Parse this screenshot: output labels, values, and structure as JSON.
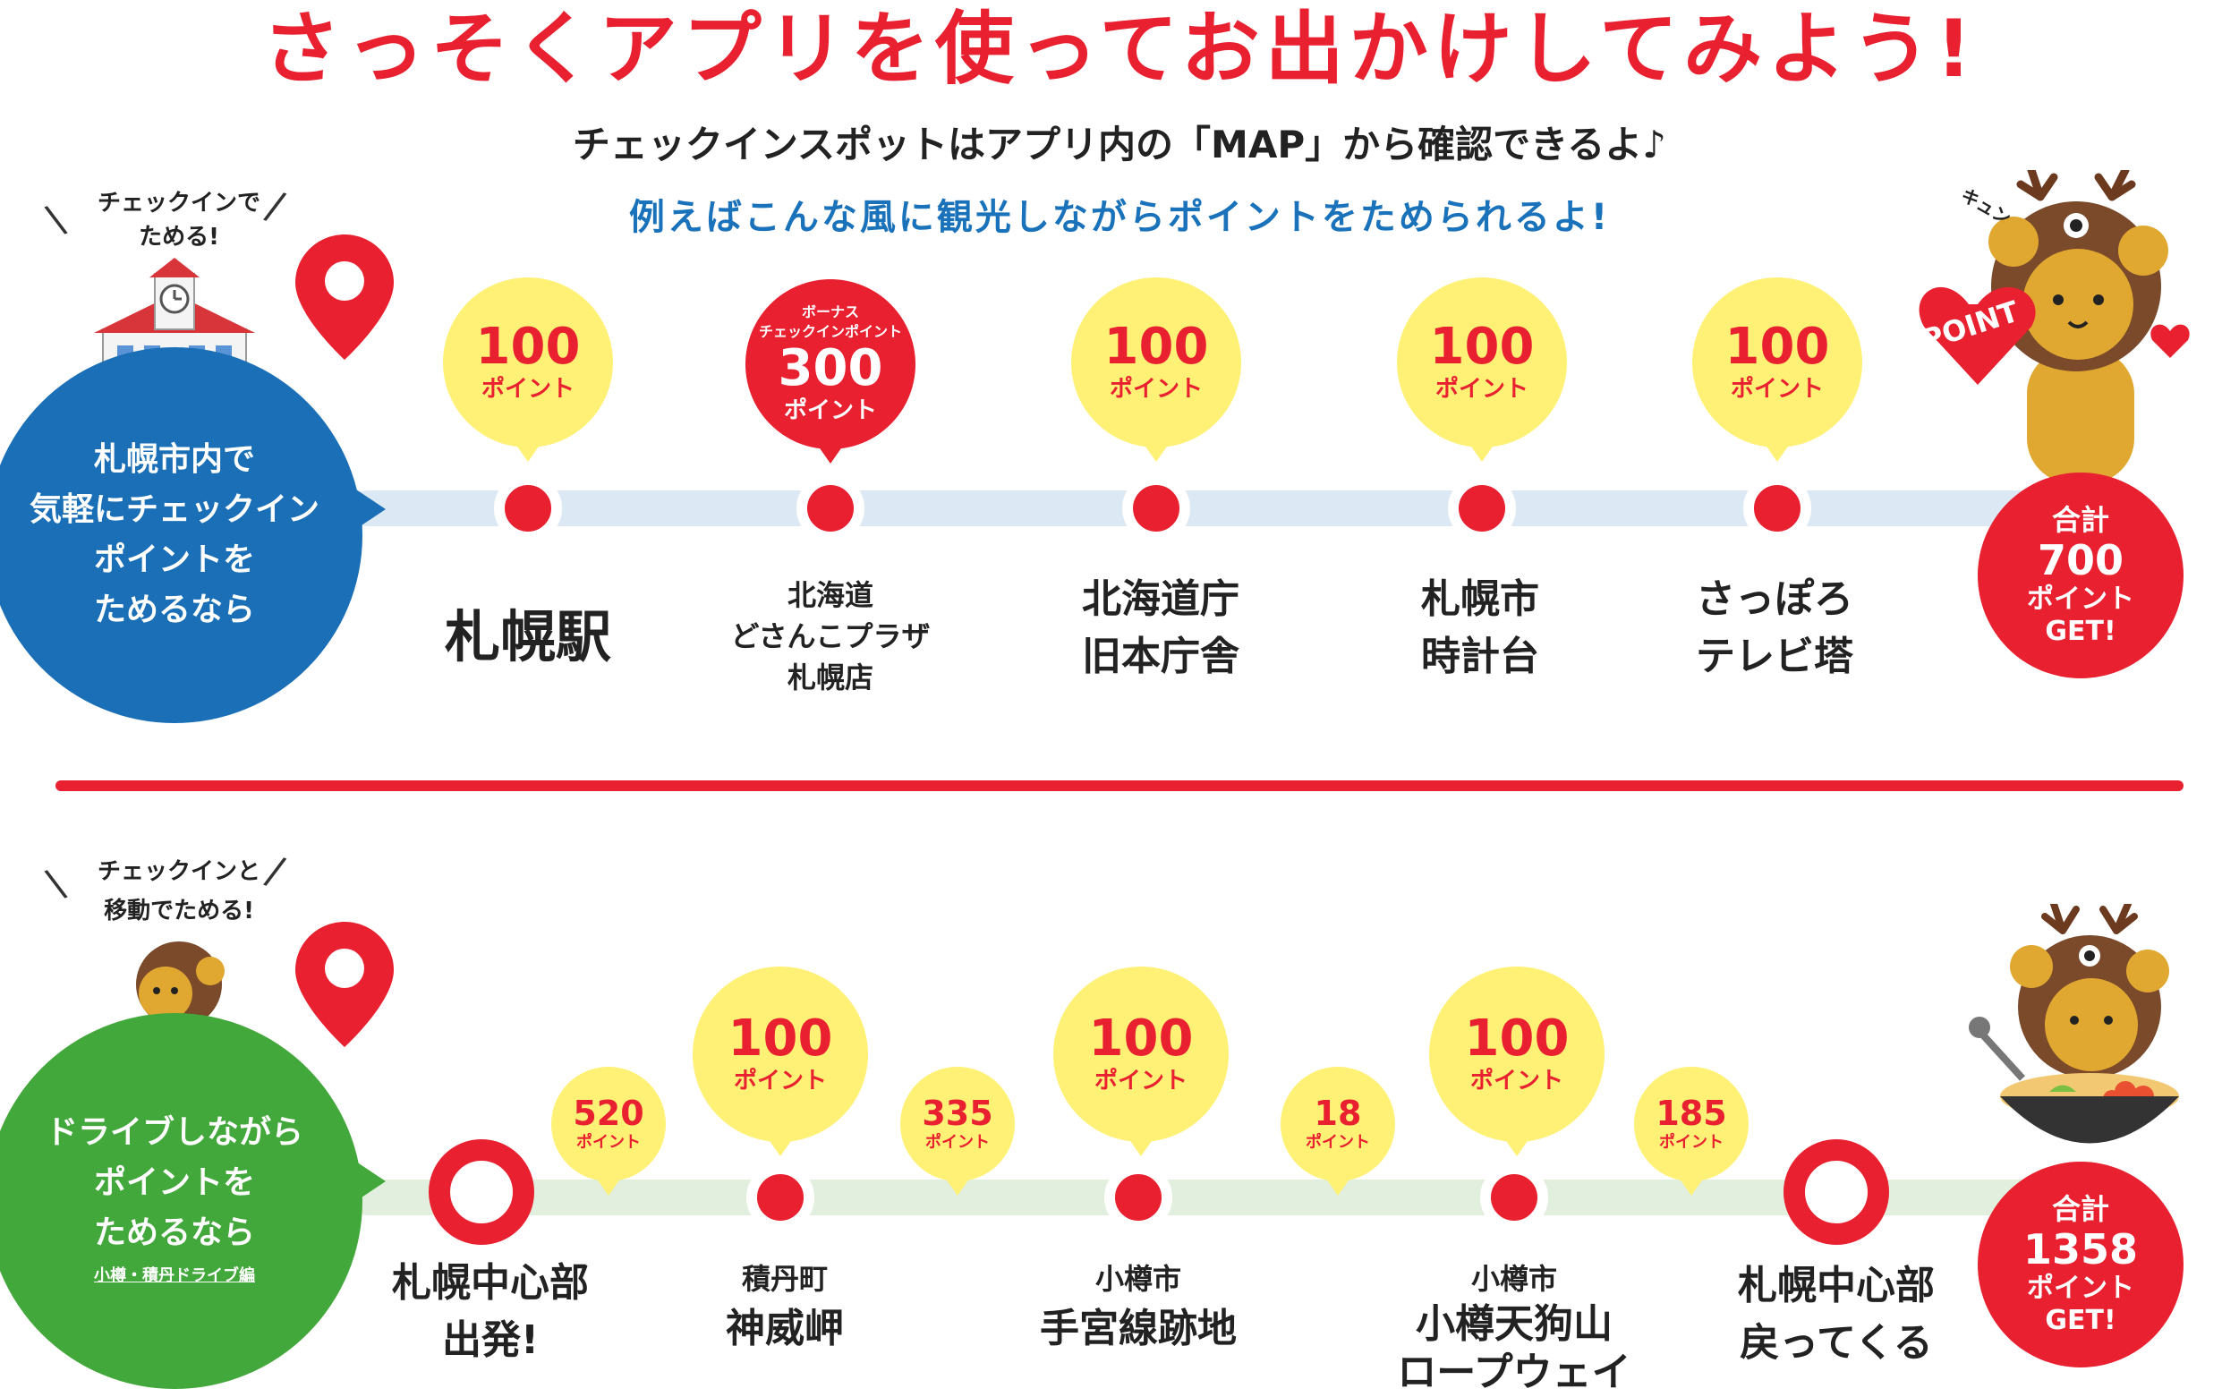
{
  "header": {
    "title": "さっそくアプリを使ってお出かけしてみよう!",
    "subtitle": "チェックインスポットはアプリ内の「MAP」から確認できるよ♪",
    "lead": "例えばこんな風に観光しながらポイントをためられるよ!"
  },
  "colors": {
    "red": "#e8202f",
    "yellow": "#fff176",
    "blue": "#1a6fb7",
    "green": "#43a83b"
  },
  "route1": {
    "tag_line1": "チェックインで",
    "tag_line2": "ためる!",
    "circle_lines": [
      "札幌市内で",
      "気軽にチェックイン",
      "ポイントを",
      "ためるなら"
    ],
    "stops": [
      {
        "points": "100",
        "unit": "ポイント",
        "name_lines": [
          "札幌駅"
        ]
      },
      {
        "pre1": "ボーナス",
        "pre2": "チェックインポイント",
        "points": "300",
        "unit": "ポイント",
        "name_lines": [
          "北海道",
          "どさんこプラザ",
          "札幌店"
        ]
      },
      {
        "points": "100",
        "unit": "ポイント",
        "name_lines": [
          "北海道庁",
          "旧本庁舎"
        ]
      },
      {
        "points": "100",
        "unit": "ポイント",
        "name_lines": [
          "札幌市",
          "時計台"
        ]
      },
      {
        "points": "100",
        "unit": "ポイント",
        "name_lines": [
          "さっぽろ",
          "テレビ塔"
        ]
      }
    ],
    "total": {
      "line1": "合計",
      "line2": "700",
      "line3": "ポイント",
      "line4": "GET!"
    },
    "mascot_text": "POINT",
    "mascot_sound": "キュン"
  },
  "route2": {
    "tag_line1": "チェックインと",
    "tag_line2": "移動でためる!",
    "circle_lines": [
      "ドライブしながら",
      "ポイントを",
      "ためるなら"
    ],
    "circle_note": "小樽・積丹ドライブ編",
    "start": {
      "name_lines": [
        "札幌中心部",
        "出発!"
      ]
    },
    "legs": [
      {
        "points": "520",
        "unit": "ポイント"
      },
      {
        "points": "335",
        "unit": "ポイント"
      },
      {
        "points": "18",
        "unit": "ポイント"
      },
      {
        "points": "185",
        "unit": "ポイント"
      }
    ],
    "stops": [
      {
        "points": "100",
        "unit": "ポイント",
        "area": "積丹町",
        "name_lines": [
          "神威岬"
        ]
      },
      {
        "points": "100",
        "unit": "ポイント",
        "area": "小樽市",
        "name_lines": [
          "手宮線跡地"
        ]
      },
      {
        "points": "100",
        "unit": "ポイント",
        "area": "小樽市",
        "name_lines": [
          "小樽天狗山",
          "ロープウェイ"
        ]
      }
    ],
    "end": {
      "name_lines": [
        "札幌中心部",
        "戻ってくる"
      ]
    },
    "total": {
      "line1": "合計",
      "line2": "1358",
      "line3": "ポイント",
      "line4": "GET!"
    }
  }
}
